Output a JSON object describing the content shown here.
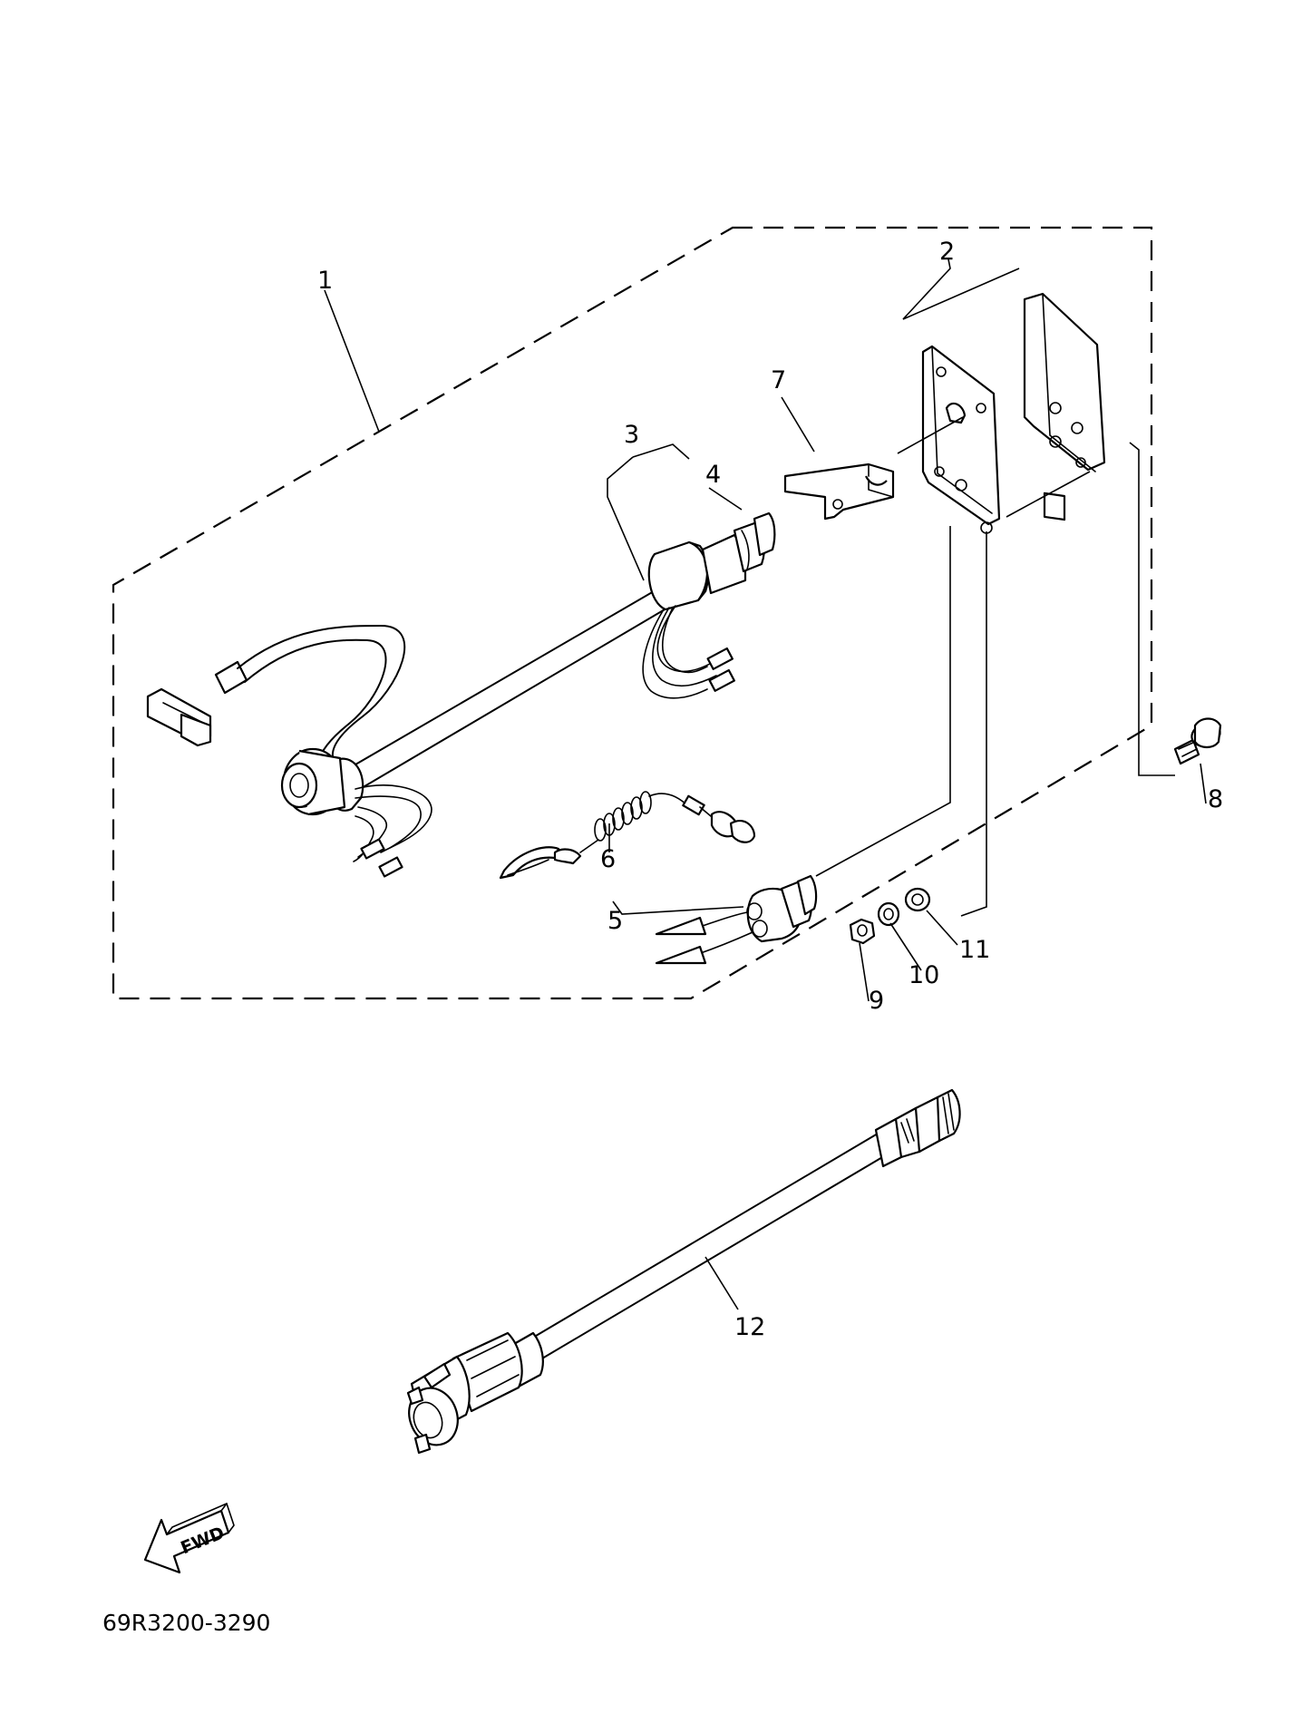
{
  "diagram_code": "69R3200-3290",
  "direction_label": "FWD",
  "callouts": [
    "1",
    "2",
    "3",
    "4",
    "5",
    "6",
    "7",
    "8",
    "9",
    "10",
    "11",
    "12"
  ]
}
